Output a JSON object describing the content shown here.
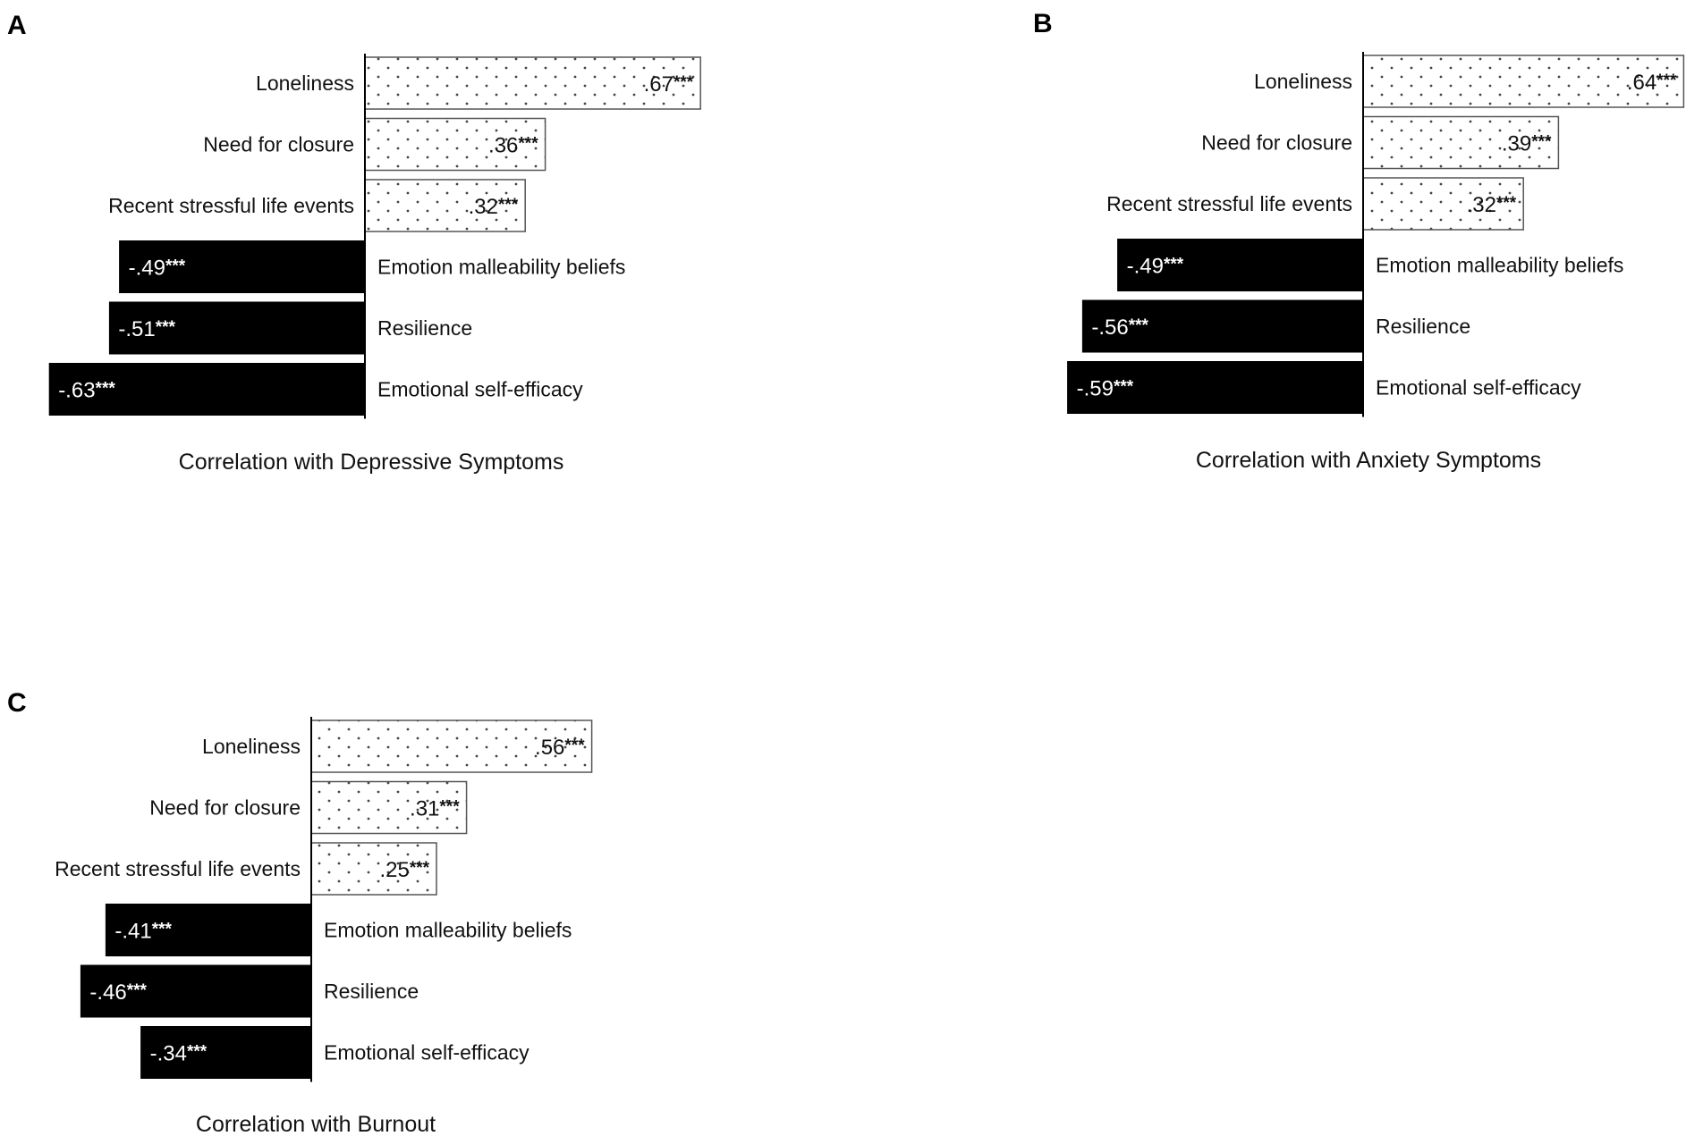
{
  "chart_data": [
    {
      "type": "bar",
      "panel": "A",
      "title": "Correlation with Depressive Symptoms",
      "orientation": "horizontal",
      "xlim": [
        -0.65,
        0.65
      ],
      "categories": [
        "Loneliness",
        "Need for closure",
        "Recent stressful life events",
        "Emotion malleability beliefs",
        "Resilience",
        "Emotional self-efficacy"
      ],
      "values": [
        0.67,
        0.36,
        0.32,
        -0.49,
        -0.51,
        -0.63
      ],
      "value_labels": [
        ".67",
        ".36",
        ".32",
        "-.49",
        "-.51",
        "-.63"
      ],
      "significance": [
        "***",
        "***",
        "***",
        "***",
        "***",
        "***"
      ]
    },
    {
      "type": "bar",
      "panel": "B",
      "title": "Correlation with Anxiety Symptoms",
      "orientation": "horizontal",
      "xlim": [
        -0.65,
        0.65
      ],
      "categories": [
        "Loneliness",
        "Need for closure",
        "Recent stressful life events",
        "Emotion malleability beliefs",
        "Resilience",
        "Emotional self-efficacy"
      ],
      "values": [
        0.64,
        0.39,
        0.32,
        -0.49,
        -0.56,
        -0.59
      ],
      "value_labels": [
        ".64",
        ".39",
        ".32",
        "-.49",
        "-.56",
        "-.59"
      ],
      "significance": [
        "***",
        "***",
        "***",
        "***",
        "***",
        "***"
      ]
    },
    {
      "type": "bar",
      "panel": "C",
      "title": "Correlation with Burnout",
      "orientation": "horizontal",
      "xlim": [
        -0.65,
        0.65
      ],
      "categories": [
        "Loneliness",
        "Need for closure",
        "Recent stressful life events",
        "Emotion malleability beliefs",
        "Resilience",
        "Emotional self-efficacy"
      ],
      "values": [
        0.56,
        0.31,
        0.25,
        -0.41,
        -0.46,
        -0.34
      ],
      "value_labels": [
        ".56",
        ".31",
        ".25",
        "-.41",
        "-.46",
        "-.34"
      ],
      "significance": [
        "***",
        "***",
        "***",
        "***",
        "***",
        "***"
      ]
    }
  ],
  "colors": {
    "positive_fill": "#ffffff",
    "positive_dots": "#444444",
    "negative_fill": "#000000",
    "axis": "#000000"
  }
}
